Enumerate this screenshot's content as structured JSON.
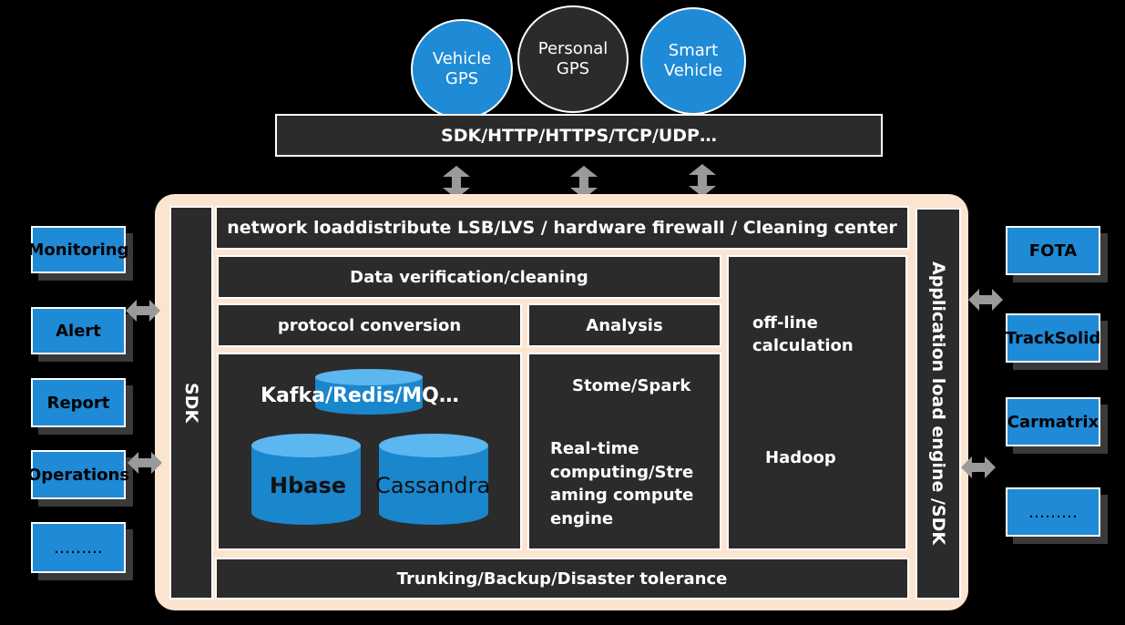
{
  "sources": [
    {
      "label": "Vehicle\nGPS",
      "fill": "#1f8ad6"
    },
    {
      "label": "Personal\nGPS",
      "fill": "#2b2b2b"
    },
    {
      "label": "Smart\nVehicle",
      "fill": "#1f8ad6"
    }
  ],
  "protocol_bar": "SDK/HTTP/HTTPS/TCP/UDP…",
  "core": {
    "sdk_left": "SDK",
    "network_bar": "network loaddistribute LSB/LVS / hardware firewall / Cleaning center",
    "data_verification": "Data verification/cleaning",
    "protocol_conversion": "protocol conversion",
    "analysis": "Analysis",
    "offline": "off-line\ncalculation",
    "hadoop": "Hadoop",
    "queue": "Kafka/Redis/MQ…",
    "hbase": "Hbase",
    "cassandra": "Cassandra",
    "storm": "Stome/Spark",
    "realtime": "Real-time\ncomputing/Stre\naming compute\nengine",
    "trunking": "Trunking/Backup/Disaster tolerance",
    "app_engine": "Application load engine /SDK"
  },
  "left_boxes": [
    "Monitoring",
    "Alert",
    "Report",
    "Operations",
    "………"
  ],
  "right_boxes": [
    "FOTA",
    "TrackSolid",
    "Carmatrix",
    "………"
  ],
  "colors": {
    "accent_blue": "#1f8ad6",
    "panel": "#fbe5d0",
    "cell": "#2b2b2b",
    "cylinder": "#1a86cc"
  }
}
